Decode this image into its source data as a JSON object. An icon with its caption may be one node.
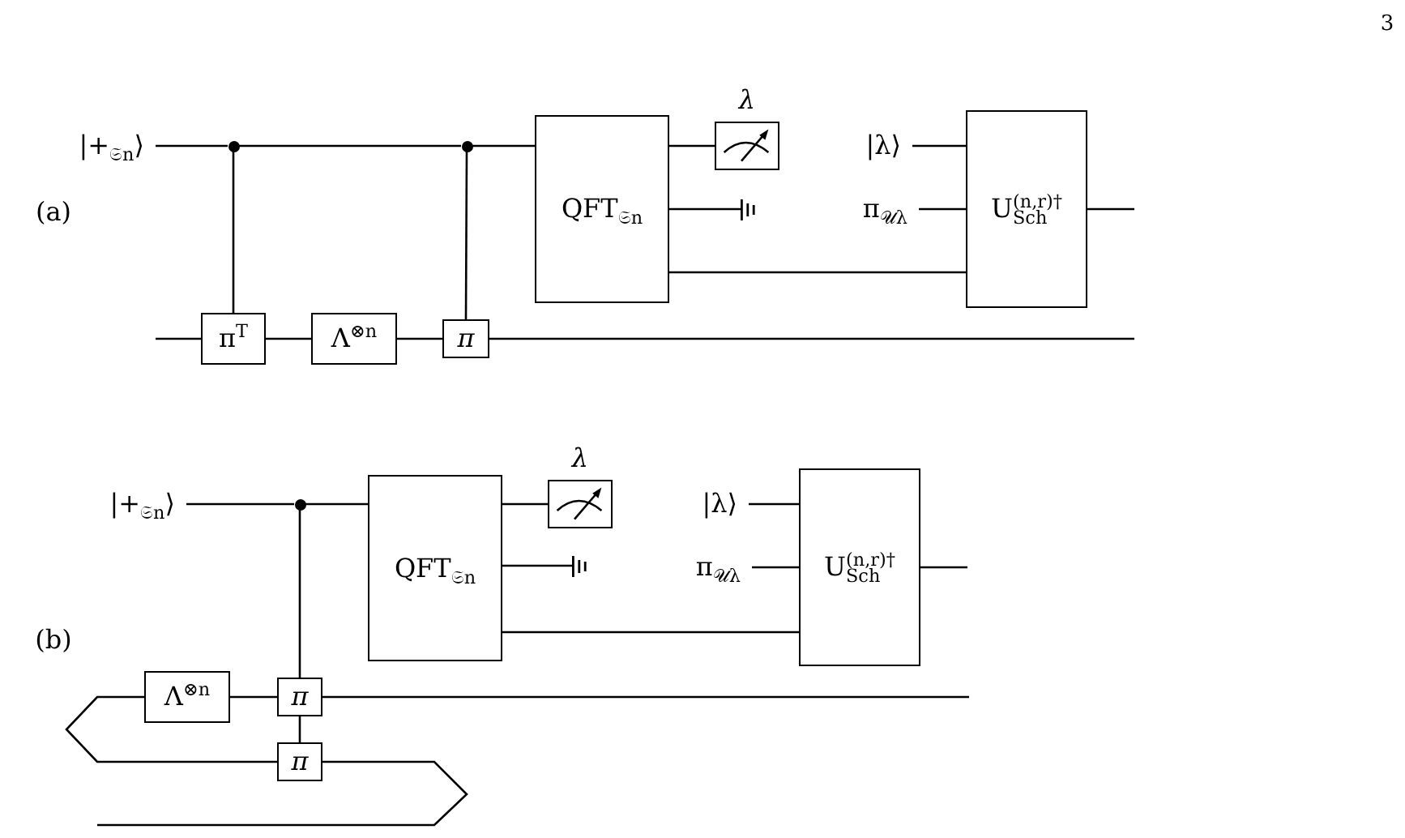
{
  "diagram": {
    "nodes": [
      {
        "text": [
          "|+$_{𝔖n}$⟩"
        ]
      },
      {
        "text": [],
        "shape": "circle"
      },
      {
        "text": [],
        "shape": "circle"
      },
      {
        "text": [
          "QFT$_{𝔖n}$"
        ]
      },
      {
        "text": [
          "λ"
        ]
      },
      {
        "text": [],
        "shape": "picture"
      },
      {
        "text": [
          "|λ⟩"
        ]
      },
      {
        "text": [
          "π$_{𝒰λ}$"
        ]
      },
      {
        "text": [
          "U$^{(n,r)†}$$_{Sch}$"
        ]
      },
      {
        "text": [
          "π$^{T}$"
        ]
      },
      {
        "text": [
          "Λ$^{⊗n}$"
        ]
      },
      {
        "text": [
          "π"
        ]
      },
      {
        "text": [
          "|+$_{𝔖n}$⟩"
        ]
      },
      {
        "text": [],
        "shape": "circle"
      },
      {
        "text": [
          "QFT$_{𝔖n}$"
        ]
      },
      {
        "text": [
          "λ"
        ]
      },
      {
        "text": [],
        "shape": "picture"
      },
      {
        "text": [
          "|λ⟩"
        ]
      },
      {
        "text": [
          "π$_{𝒰λ}$"
        ]
      },
      {
        "text": [
          "U$^{(n,r)†}$$_{Sch}$"
        ]
      },
      {
        "text": [
          "Λ$^{⊗n}$"
        ]
      },
      {
        "text": [
          "π"
        ]
      },
      {
        "text": [
          "π"
        ]
      }
    ],
    "edges": [
      {
        "from": 0,
        "to": 1,
        "arrow": "none"
      },
      {
        "from": 1,
        "to": 2,
        "arrow": "none"
      },
      {
        "from": 2,
        "to": 3,
        "arrow": "none"
      },
      {
        "from": 1,
        "to": 9,
        "arrow": "none"
      },
      {
        "from": 2,
        "to": 11,
        "arrow": "none"
      },
      {
        "from": null,
        "to": 9,
        "arrow": "none"
      },
      {
        "from": 9,
        "to": 10,
        "arrow": "none"
      },
      {
        "from": 10,
        "to": 11,
        "arrow": "none"
      },
      {
        "from": 11,
        "to": null,
        "arrow": "none"
      },
      {
        "from": 3,
        "to": 4,
        "arrow": "none"
      },
      {
        "from": 3,
        "to": 5,
        "arrow": "none"
      },
      {
        "from": 3,
        "to": 8,
        "arrow": "none"
      },
      {
        "from": 6,
        "to": 8,
        "arrow": "none"
      },
      {
        "from": 7,
        "to": 8,
        "arrow": "none"
      },
      {
        "from": 8,
        "to": null,
        "arrow": "none"
      },
      {
        "from": 12,
        "to": 13,
        "arrow": "none"
      },
      {
        "from": 13,
        "to": 14,
        "arrow": "none"
      },
      {
        "from": 13,
        "to": 21,
        "arrow": "none"
      },
      {
        "from": 21,
        "to": 22,
        "arrow": "none"
      },
      {
        "from": 14,
        "to": 15,
        "arrow": "none"
      },
      {
        "from": 14,
        "to": 16,
        "arrow": "none"
      },
      {
        "from": 14,
        "to": 19,
        "arrow": "none"
      },
      {
        "from": 17,
        "to": 19,
        "arrow": "none"
      },
      {
        "from": 18,
        "to": 19,
        "arrow": "none"
      },
      {
        "from": 19,
        "to": null,
        "arrow": "none"
      },
      {
        "from": 20,
        "to": 21,
        "arrow": "none"
      },
      {
        "from": 21,
        "to": null,
        "arrow": "none"
      },
      {
        "from": 20,
        "to": 22,
        "arrow": "none"
      },
      {
        "from": 22,
        "to": null,
        "arrow": "none"
      }
    ],
    "labels": [
      "3",
      "(a)",
      "(b)"
    ]
  }
}
